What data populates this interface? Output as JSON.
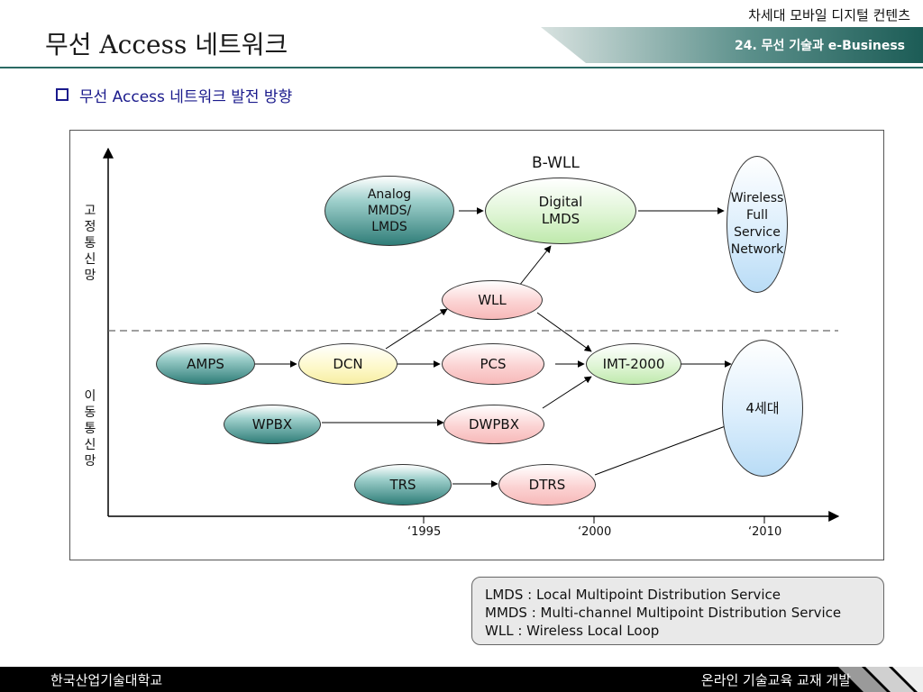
{
  "header": {
    "title": "무선 Access 네트워크",
    "course": "차세대 모바일 디지털 컨텐츠",
    "chapter": "24. 무선 기술과 e-Business"
  },
  "section": {
    "heading": "무선 Access 네트워크 발전 방향"
  },
  "diagram": {
    "group_label": "B-WLL",
    "axis_labels": {
      "fixed": "고정통신망",
      "mobile": "이동통신망"
    },
    "ticks": [
      "‘1995",
      "‘2000",
      "‘2010"
    ],
    "nodes": {
      "analog_mmds": "Analog MMDS/ LMDS",
      "digital_lmds": "Digital LMDS",
      "wireless_fsn": "Wireless Full Service Network",
      "wll": "WLL",
      "amps": "AMPS",
      "dcn": "DCN",
      "pcs": "PCS",
      "imt2000": "IMT-2000",
      "gen4": "4세대",
      "wpbx": "WPBX",
      "dwpbx": "DWPBX",
      "trs": "TRS",
      "dtrs": "DTRS"
    }
  },
  "legend": {
    "lines": [
      "LMDS : Local Multipoint Distribution Service",
      "MMDS : Multi-channel Multipoint Distribution Service",
      "WLL : Wireless Local Loop"
    ]
  },
  "footer": {
    "left": "한국산업기술대학교",
    "right": "온라인 기술교육 교재 개발"
  },
  "colors": {
    "header_bar": "#1c5c56",
    "section_text": "#1a1a8c",
    "teal_node": "#2f7d78",
    "pink_node": "#f7b9b9",
    "yellow_node": "#f7eea3",
    "green_node": "#bfe9ac",
    "blue_node": "#b9dcf6"
  }
}
